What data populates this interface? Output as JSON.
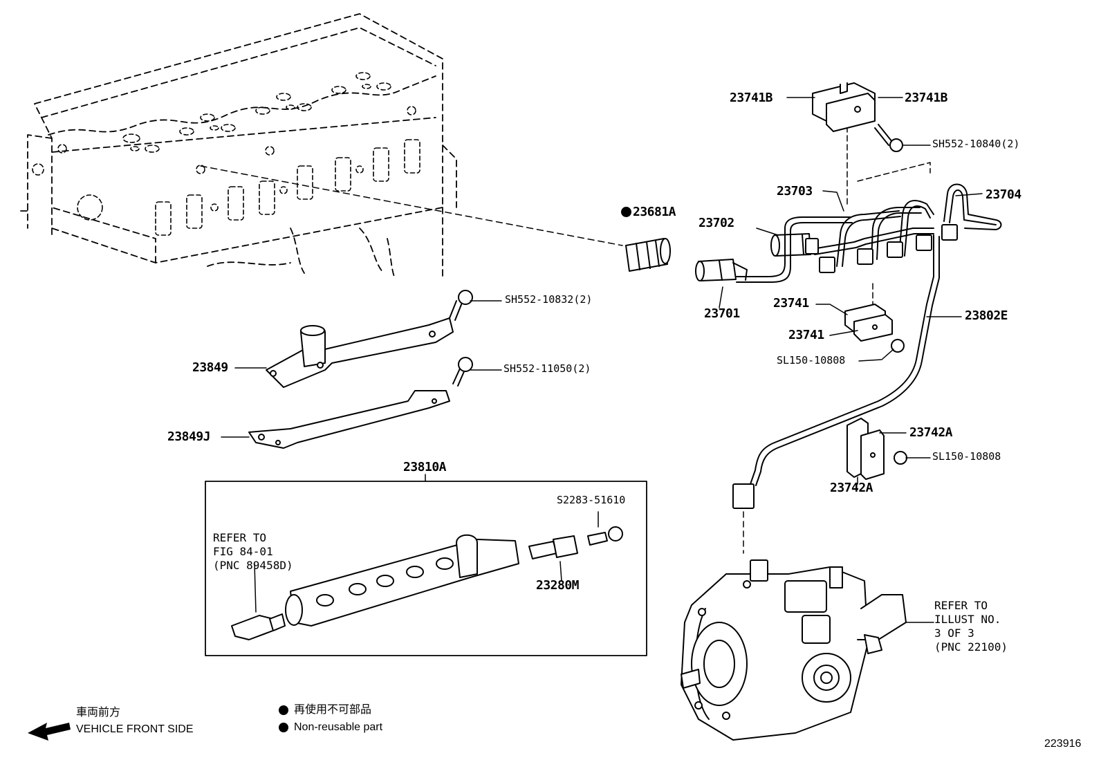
{
  "parts": {
    "p23741B_left": "23741B",
    "p23741B_right": "23741B",
    "sh552_10840": "SH552-10840(2)",
    "p23703": "23703",
    "p23704": "23704",
    "p23681A": "23681A",
    "p23702": "23702",
    "p23701": "23701",
    "p23741_a": "23741",
    "p23741_b": "23741",
    "p23802E": "23802E",
    "sl150_10808_a": "SL150-10808",
    "sl150_10808_b": "SL150-10808",
    "p23742A_a": "23742A",
    "p23742A_b": "23742A",
    "sh552_10832": "SH552-10832(2)",
    "p23849": "23849",
    "sh552_11050": "SH552-11050(2)",
    "p23849J": "23849J",
    "p23810A": "23810A",
    "s2283_51610": "S2283-51610",
    "p23280M": "23280M"
  },
  "notes": {
    "refer_fig": "REFER TO\nFIG 84-01\n(PNC 89458D)",
    "refer_illust": "REFER TO\nILLUST NO.\n3 OF 3\n(PNC 22100)"
  },
  "legend": {
    "direction_jp": "車両前方",
    "direction_en": "VEHICLE FRONT SIDE",
    "nonreusable_jp": "再使用不可部品",
    "nonreusable_en": "Non-reusable part"
  },
  "figure_number": "223916"
}
